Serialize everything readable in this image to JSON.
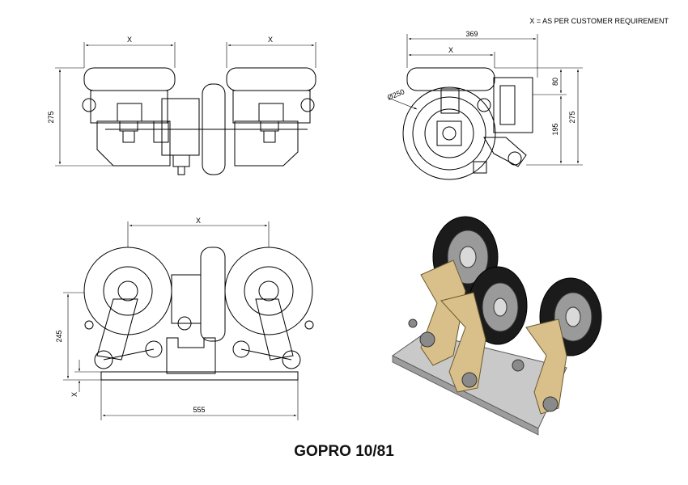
{
  "note": "X = AS PER CUSTOMER REQUIREMENT",
  "title": "GOPRO 10/81",
  "dimensions": {
    "front_x_left": "X",
    "front_x_right": "X",
    "front_height": "275",
    "side_width": "369",
    "side_x": "X",
    "side_diameter": "Ø250",
    "side_top": "80",
    "side_bottom": "195",
    "side_total": "275",
    "plan_x": "X",
    "plan_height": "245",
    "plan_offset": "X",
    "plan_width": "555"
  },
  "colors": {
    "bracket": "#d9c08a",
    "tyre": "#1b1b1b",
    "plate": "#c9c9c9",
    "hub": "#9a9a9a"
  }
}
